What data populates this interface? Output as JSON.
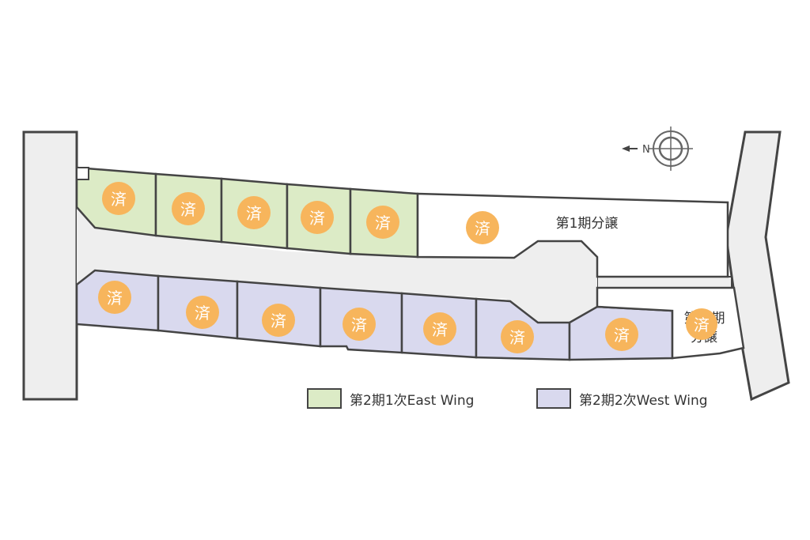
{
  "colors": {
    "east": "#dcebc6",
    "west": "#d9d9ee",
    "road": "#eeeeee",
    "line": "#444444",
    "sold": "#f7b55c"
  },
  "sold_badge": "済",
  "labels": {
    "phase1": "第1期分譲",
    "partial_top": "第",
    "partial_top2": "期",
    "partial_bottom": "分譲"
  },
  "compass": {
    "north_letter": "N"
  },
  "legend": [
    {
      "label": "第2期1次East Wing",
      "color": "#dcebc6"
    },
    {
      "label": "第2期2次West Wing",
      "color": "#d9d9ee"
    }
  ],
  "lots": {
    "east_sold": 5,
    "phase1_sold": 1,
    "west_sold": 7,
    "partial_sold": 1
  }
}
